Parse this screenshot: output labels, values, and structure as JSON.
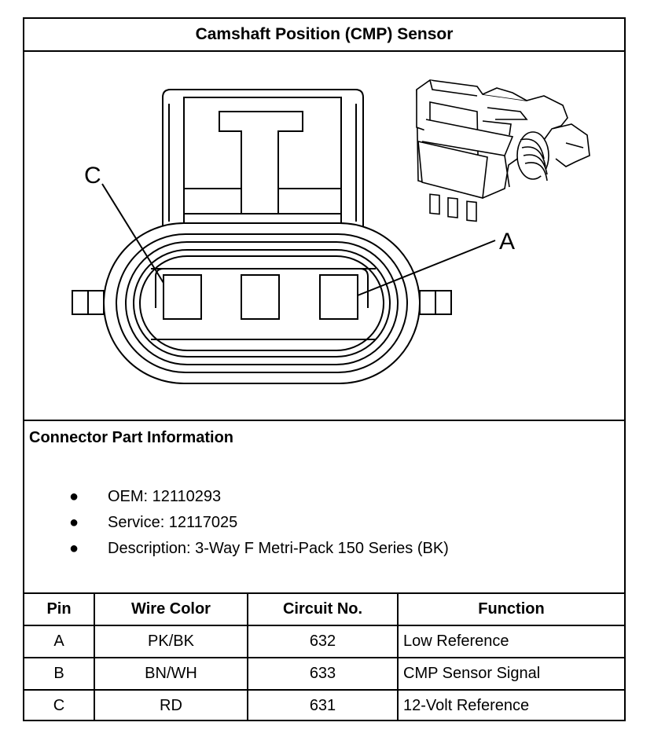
{
  "title": "Camshaft Position (CMP) Sensor",
  "diagram": {
    "pin_label_c": "C",
    "pin_label_a": "A"
  },
  "info": {
    "heading": "Connector Part Information",
    "items": [
      "OEM: 12110293",
      "Service: 12117025",
      "Description: 3-Way F Metri-Pack 150 Series (BK)"
    ]
  },
  "table": {
    "headers": [
      "Pin",
      "Wire Color",
      "Circuit No.",
      "Function"
    ],
    "rows": [
      {
        "pin": "A",
        "wire_color": "PK/BK",
        "circuit": "632",
        "function": "Low Reference"
      },
      {
        "pin": "B",
        "wire_color": "BN/WH",
        "circuit": "633",
        "function": "CMP Sensor Signal"
      },
      {
        "pin": "C",
        "wire_color": "RD",
        "circuit": "631",
        "function": "12-Volt Reference"
      }
    ]
  }
}
